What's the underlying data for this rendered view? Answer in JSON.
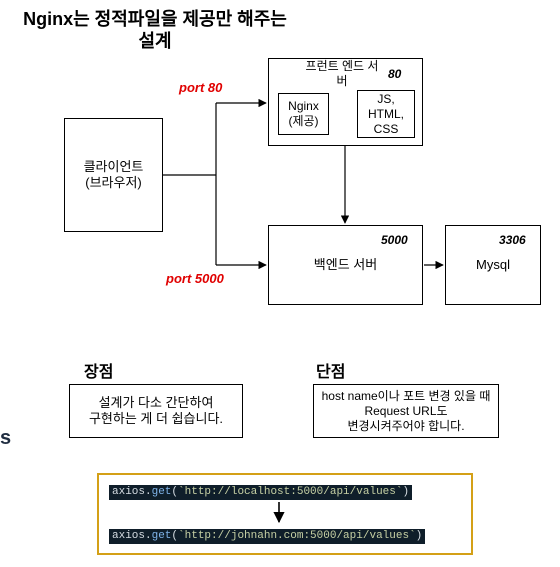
{
  "title": {
    "line1": "Nginx는 정적파일을 제공만 해주는",
    "line2": "설계"
  },
  "nodes": {
    "client": {
      "line1": "클라이언트",
      "line2": "(브라우저)"
    },
    "frontend": {
      "line1": "프런트 엔드 서",
      "line2": "버",
      "port": "80"
    },
    "nginx": {
      "line1": "Nginx",
      "line2": "(제공)"
    },
    "static": {
      "line1": "JS,",
      "line2": "HTML,",
      "line3": "CSS"
    },
    "backend": {
      "label": "백엔드 서버",
      "port": "5000"
    },
    "mysql": {
      "label": "Mysql",
      "port": "3306"
    }
  },
  "edge_labels": {
    "port80": "port 80",
    "port5000": "port 5000"
  },
  "pros": {
    "heading": "장점",
    "line1": "설계가 다소 간단하여",
    "line2": "구현하는 게 더 쉽습니다."
  },
  "cons": {
    "heading": "단점",
    "line1": "host name이나 포트 변경 있을 때",
    "line2": "Request URL도",
    "line3": "변경시켜주어야 합니다."
  },
  "margin_glyph": "s",
  "code": {
    "before": {
      "obj": "axios.",
      "fn": "get",
      "open": "(",
      "url": "`http://localhost:5000/api/values`",
      "close": ")"
    },
    "after": {
      "obj": "axios.",
      "fn": "get",
      "open": "(",
      "url": "`http://johnahn.com:5000/api/values`",
      "close": ")"
    }
  }
}
